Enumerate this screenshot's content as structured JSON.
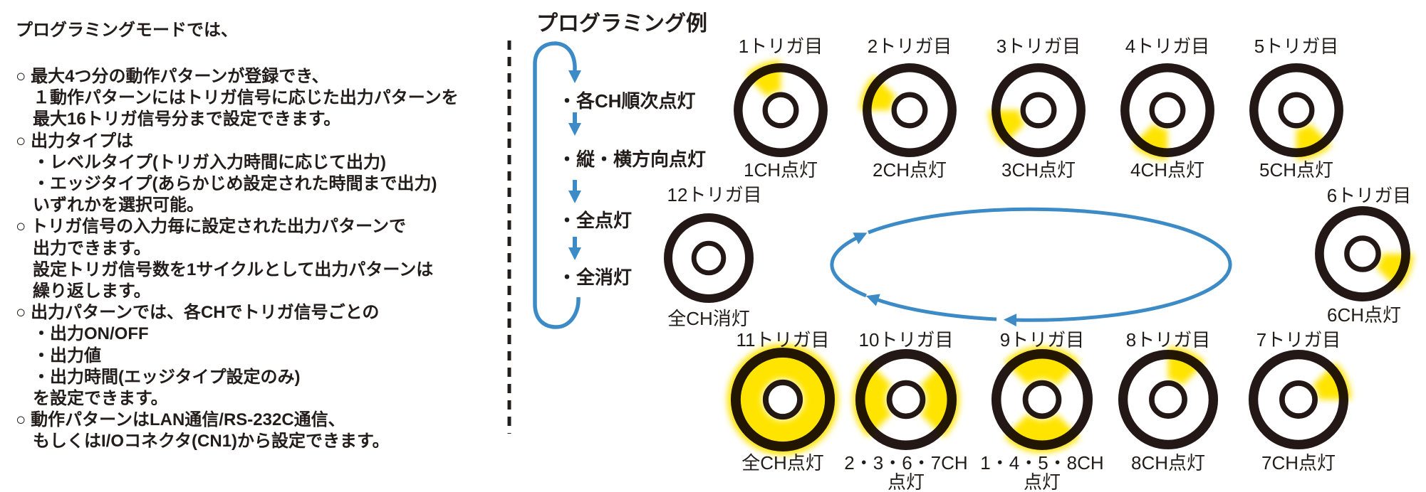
{
  "left": {
    "heading": "プログラミングモードでは、",
    "lines": [
      "○ 最大4つ分の動作パターンが登録でき、",
      "　１動作パターンにはトリガ信号に応じた出力パターンを",
      "　最大16トリガ信号分まで設定できます。",
      "○ 出力タイプは",
      "　・レベルタイプ(トリガ入力時間に応じて出力)",
      "　・エッジタイプ(あらかじめ設定された時間まで出力)",
      "　いずれかを選択可能。",
      "○ トリガ信号の入力毎に設定された出力パターンで",
      "　出力できます。",
      "　設定トリガ信号数を1サイクルとして出力パターンは",
      "　繰り返します。",
      "○ 出力パターンでは、各CHでトリガ信号ごとの",
      "　・出力ON/OFF",
      "　・出力値",
      "　・出力時間(エッジタイプ設定のみ)",
      "　を設定できます。",
      "○ 動作パターンはLAN通信/RS-232C通信、",
      "　もしくはI/Oコネクタ(CN1)から設定できます。"
    ]
  },
  "example": {
    "title": "プログラミング例",
    "flow": [
      "・各CH順次点灯",
      "・縦・横方向点灯",
      "・全点灯",
      "・全消灯"
    ],
    "triggers": [
      {
        "label": "1トリガ目",
        "state": "1CH点灯",
        "lit_channels": [
          1
        ]
      },
      {
        "label": "2トリガ目",
        "state": "2CH点灯",
        "lit_channels": [
          2
        ]
      },
      {
        "label": "3トリガ目",
        "state": "3CH点灯",
        "lit_channels": [
          3
        ]
      },
      {
        "label": "4トリガ目",
        "state": "4CH点灯",
        "lit_channels": [
          4
        ]
      },
      {
        "label": "5トリガ目",
        "state": "5CH点灯",
        "lit_channels": [
          5
        ]
      },
      {
        "label": "6トリガ目",
        "state": "6CH点灯",
        "lit_channels": [
          6
        ]
      },
      {
        "label": "7トリガ目",
        "state": "7CH点灯",
        "lit_channels": [
          7
        ]
      },
      {
        "label": "8トリガ目",
        "state": "8CH点灯",
        "lit_channels": [
          8
        ]
      },
      {
        "label": "9トリガ目",
        "state": "1・4・5・8CH\n点灯",
        "lit_channels": [
          1,
          4,
          5,
          8
        ]
      },
      {
        "label": "10トリガ目",
        "state": "2・3・6・7CH\n点灯",
        "lit_channels": [
          2,
          3,
          6,
          7
        ]
      },
      {
        "label": "11トリガ目",
        "state": "全CH点灯",
        "lit_channels": [
          1,
          2,
          3,
          4,
          5,
          6,
          7,
          8
        ]
      },
      {
        "label": "12トリガ目",
        "state": "全CH消灯",
        "lit_channels": []
      }
    ]
  },
  "colors": {
    "accent_blue": "#3d8bc6",
    "lit_yellow": "#ffe400",
    "ink": "#231815"
  }
}
